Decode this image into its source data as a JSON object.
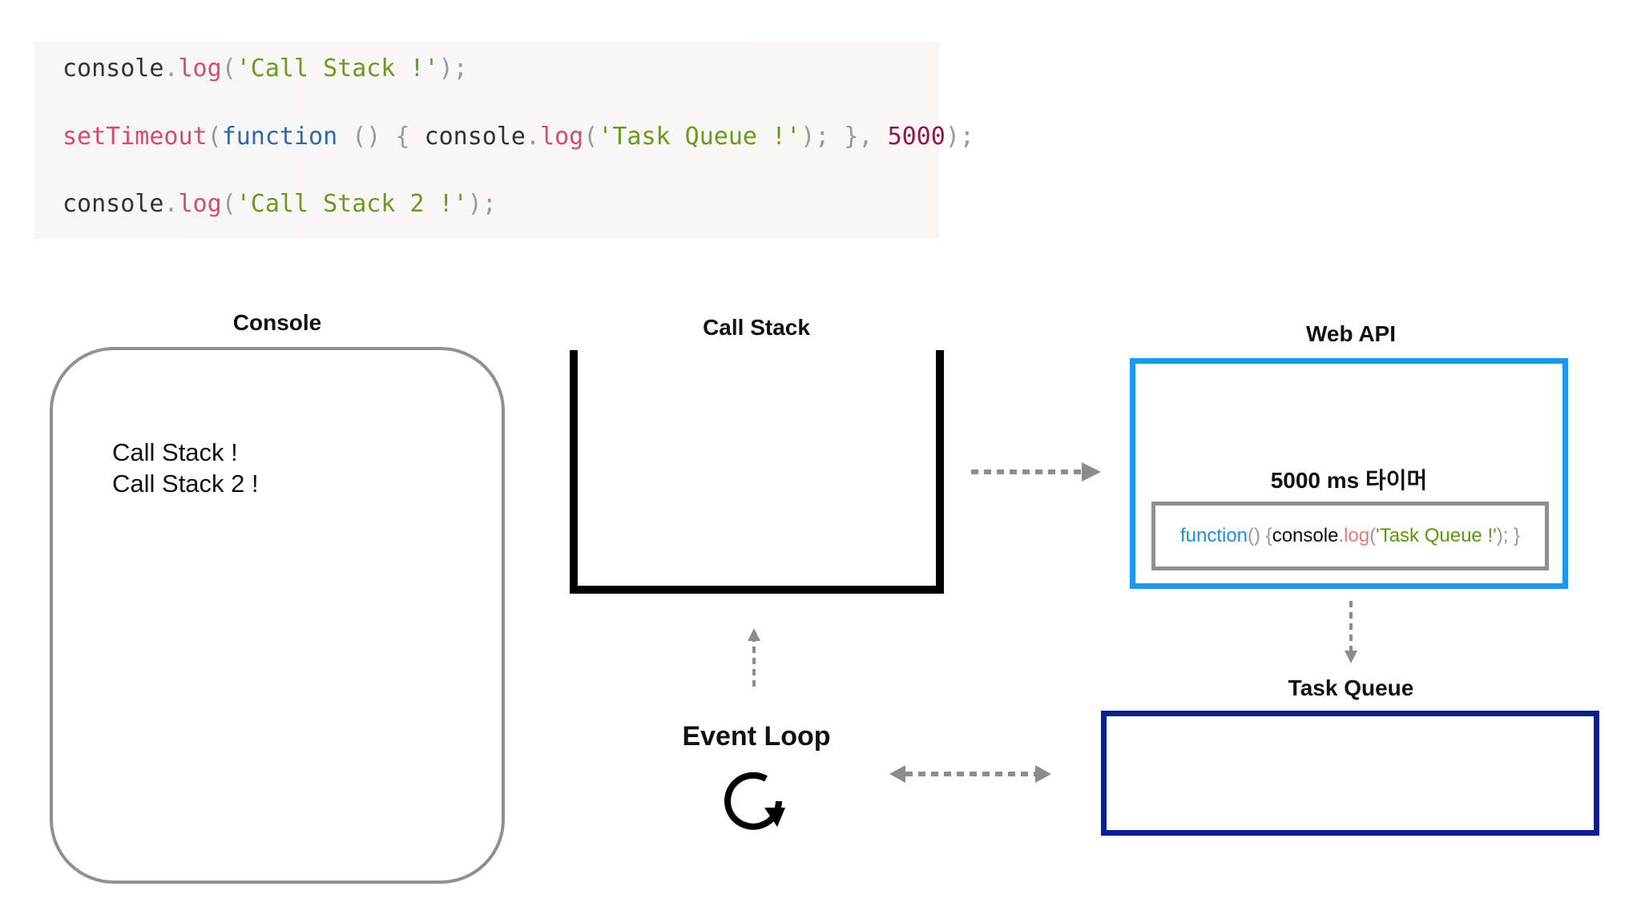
{
  "code": {
    "line1": {
      "obj": "console",
      "dot": ".",
      "method": "log",
      "open": "(",
      "string": "'Call Stack !'",
      "close": ");"
    },
    "line2": {
      "fn": "setTimeout",
      "open": "(",
      "keyword": "function",
      "parens": " () { ",
      "obj": "console",
      "dot": ".",
      "method": "log",
      "open2": "(",
      "string": "'Task Queue !'",
      "close2": "); }, ",
      "number": "5000",
      "close": ");"
    },
    "line3": {
      "obj": "console",
      "dot": ".",
      "method": "log",
      "open": "(",
      "string": "'Call Stack 2 !'",
      "close": ");"
    }
  },
  "console": {
    "title": "Console",
    "lines": [
      "Call Stack !",
      "Call Stack 2 !"
    ]
  },
  "call_stack": {
    "title": "Call Stack"
  },
  "web_api": {
    "title": "Web API",
    "timer": "5000 ms 타이머",
    "callback": {
      "keyword": "function",
      "parens": "() { ",
      "obj": "console",
      "dot": ".",
      "method": "log",
      "open": "(",
      "string": "'Task Queue !'",
      "close": "); }"
    }
  },
  "task_queue": {
    "title": "Task Queue"
  },
  "event_loop": {
    "title": "Event Loop"
  },
  "colors": {
    "web_api_border": "#1b98f0",
    "task_queue_border": "#0b1f8f",
    "call_stack_border": "#000000",
    "console_border": "#909090",
    "arrow": "#8c8c8c"
  }
}
